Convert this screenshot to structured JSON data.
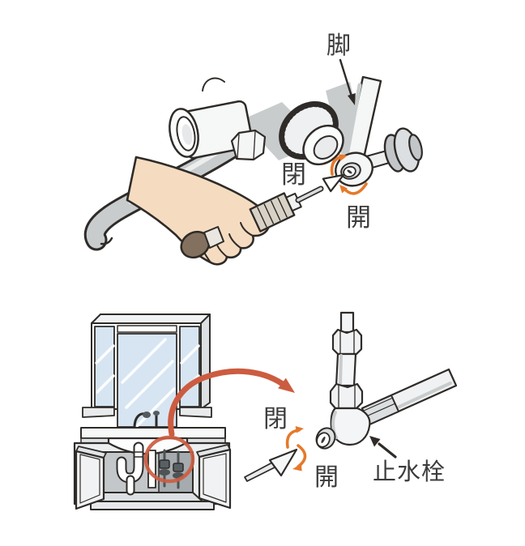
{
  "top_panel": {
    "leg": "脚",
    "close": "閉",
    "open": "開"
  },
  "bottom_panel": {
    "close": "閉",
    "open": "開",
    "stop_valve": "止水栓"
  },
  "colors": {
    "outline": "#2e2b28",
    "label_text": "#3c3c3c",
    "metal_gray": "#c9cccd",
    "light_gray": "#eceeef",
    "skin": "#f5dcc0",
    "handle_brown": "#84705f",
    "grip_tan": "#d8d2c6",
    "orange_arc": "#e5792b",
    "red_arrow": "#cc5c40",
    "mirror_blue": "#d7e5f2",
    "cabinet_interior": "#c3c7c9",
    "dark_valve": "#4e5356"
  }
}
